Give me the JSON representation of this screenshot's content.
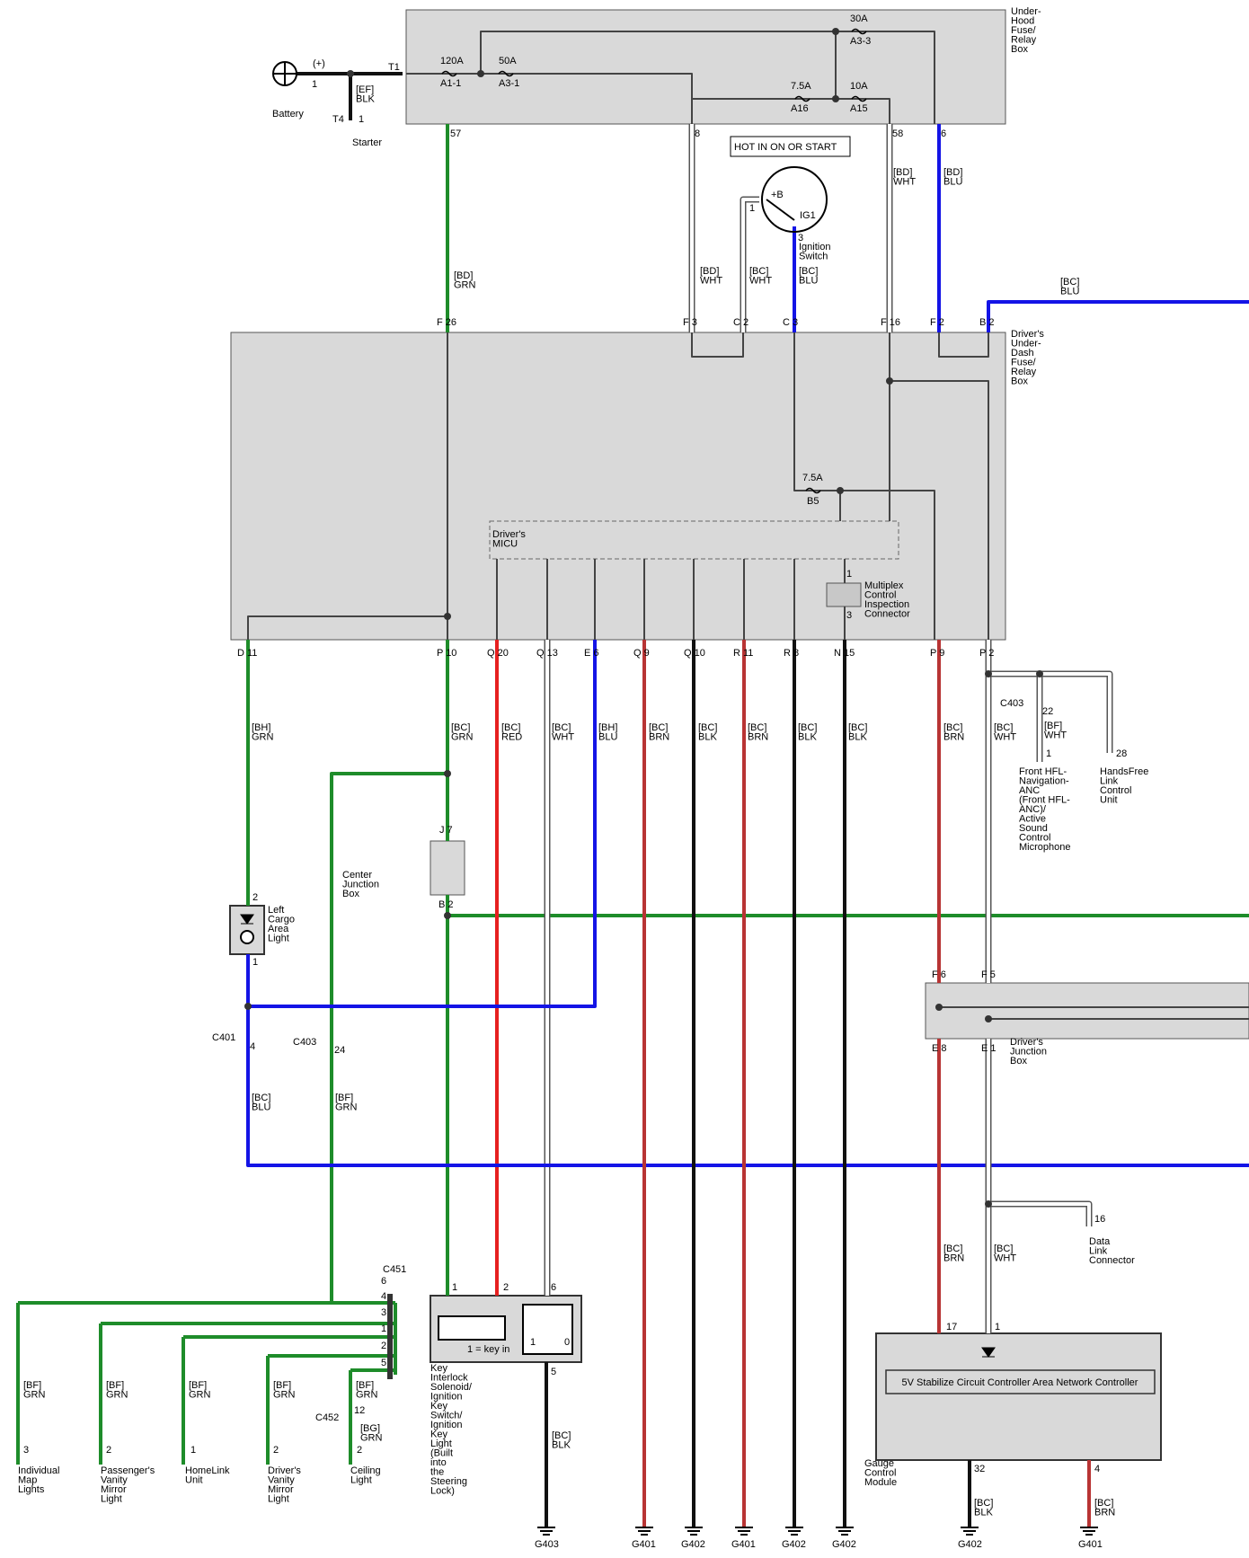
{
  "colors": {
    "grn": "#1e8c2a",
    "blu": "#1414e6",
    "red": "#e62020",
    "brn": "#b83434",
    "blk": "#111111",
    "wht": "#ffffff",
    "box": "#d9d9d9"
  },
  "boxes": {
    "underhood": "Under-\nHood\nFuse/\nRelay\nBox",
    "underdash": "Driver's\nUnder-\nDash\nFuse/\nRelay\nBox",
    "micu": "Driver's\nMICU",
    "multiplex": "Multiplex\nControl\nInspection\nConnector",
    "center_jb": "Center\nJunction\nBox",
    "drivers_jb": "Driver's\nJunction\nBox",
    "gauge": "Gauge\nControl\nModule",
    "can": "5V Stabilize Circuit Controller Area Network Controller",
    "hot": "HOT IN ON OR START",
    "keylight": "1 = key in"
  },
  "components": {
    "battery": "Battery",
    "plus": "(+)",
    "starter": "Starter",
    "ignition": "Ignition\nSwitch",
    "left_cargo": "Left\nCargo\nArea\nLight",
    "key_interlock": "Key\nInterlock\nSolenoid/\nIgnition\nKey\nSwitch/\nIgnition\nKey\nLight\n(Built\ninto\nthe\nSteering\nLock)",
    "front_mic": "Front HFL-\nNavigation-\nANC\n(Front HFL-\nANC)/\nActive\nSound\nControl\nMicrophone",
    "handsfree": "HandsFree\nLink\nControl\nUnit",
    "dlc": "Data\nLink\nConnector",
    "map": "Individual\nMap\nLights",
    "pass_mirror": "Passenger's\nVanity\nMirror\nLight",
    "homelink": "HomeLink\nUnit",
    "drv_mirror": "Driver's\nVanity\nMirror\nLight",
    "ceiling": "Ceiling\nLight"
  },
  "fuses": [
    {
      "amp": "120A",
      "id": "A1-1"
    },
    {
      "amp": "50A",
      "id": "A3-1"
    },
    {
      "amp": "30A",
      "id": "A3-3"
    },
    {
      "amp": "7.5A",
      "id": "A16"
    },
    {
      "amp": "10A",
      "id": "A15"
    },
    {
      "amp": "7.5A",
      "id": "B5"
    }
  ],
  "wires": {
    "ef_blk": "[EF]\nBLK",
    "bd_grn": "[BD]\nGRN",
    "bd_wht": "[BD]\nWHT",
    "bc_wht": "[BC]\nWHT",
    "bc_blu": "[BC]\nBLU",
    "bd_wht2": "[BD]\nWHT",
    "bd_blu": "[BD]\nBLU",
    "bc_blu_r": "[BC]\nBLU",
    "bh_grn": "[BH]\nGRN",
    "bc_grn": "[BC]\nGRN",
    "bc_red": "[BC]\nRED",
    "bc_wht2": "[BC]\nWHT",
    "bh_blu": "[BH]\nBLU",
    "bc_brn": "[BC]\nBRN",
    "bc_blk": "[BC]\nBLK",
    "bc_brn2": "[BC]\nBRN",
    "bc_blk2": "[BC]\nBLK",
    "bc_blk3": "[BC]\nBLK",
    "bc_brn3": "[BC]\nBRN",
    "bc_wht3": "[BC]\nWHT",
    "bf_wht": "[BF]\nWHT",
    "bc_blu_l": "[BC]\nBLU",
    "bf_grn": "[BF]\nGRN",
    "bc_brn4": "[BC]\nBRN",
    "bc_wht4": "[BC]\nWHT",
    "bf1": "[BF]\nGRN",
    "bf2": "[BF]\nGRN",
    "bf3": "[BF]\nGRN",
    "bf4": "[BF]\nGRN",
    "bf5": "[BF]\nGRN",
    "bg": "[BG]\nGRN",
    "bc_blk4": "[BC]\nBLK",
    "bc_blk5": "[BC]\nBLK",
    "bc_brn5": "[BC]\nBRN"
  },
  "pins": {
    "p1": "1",
    "t1": "T1",
    "t4": "T4",
    "p_t4": "1",
    "p57": "57",
    "p8": "8",
    "p58": "58",
    "p6": "6",
    "ig_b": "+B",
    "ig1": "IG1",
    "ig_1": "1",
    "ig_3": "3",
    "f26": "F 26",
    "f3": "F 3",
    "c2": "C 2",
    "c3": "C 3",
    "f16": "F 16",
    "f2": "F 2",
    "b2": "B 2",
    "d11": "D 11",
    "p10": "P 10",
    "q20": "Q 20",
    "q13": "Q 13",
    "e6": "E 6",
    "q9": "Q 9",
    "q10": "Q 10",
    "r11": "R 11",
    "r8": "R 8",
    "n15": "N 15",
    "p9": "P 9",
    "p2": "P 2",
    "mx1": "1",
    "mx3": "3",
    "c403a": "C403",
    "c403a_p": "22",
    "mic1": "1",
    "hf28": "28",
    "j7": "J 7",
    "b2b": "B 2",
    "lc2": "2",
    "lc1": "1",
    "f6": "F 6",
    "f5": "F 5",
    "e8": "E 8",
    "e1": "E 1",
    "c401": "C401",
    "c401_p": "4",
    "c403b": "C403",
    "c403b_p": "24",
    "dlc16": "16",
    "c451": "C451",
    "c451_6": "6",
    "c451_4": "4",
    "c451_3": "3",
    "c451_1": "1",
    "c451_2": "2",
    "c451_5": "5",
    "ki1": "1",
    "ki2": "2",
    "ki6": "6",
    "ki5": "5",
    "ki_sw1": "1",
    "ki_sw0": "0",
    "g17": "17",
    "g1": "1",
    "g32": "32",
    "g4": "4",
    "l3": "3",
    "l2a": "2",
    "l1": "1",
    "l2b": "2",
    "l2c": "2",
    "c452": "C452",
    "c452_p": "12"
  },
  "grounds": [
    "G403",
    "G401",
    "G402",
    "G401",
    "G402",
    "G402",
    "G402",
    "G401"
  ]
}
